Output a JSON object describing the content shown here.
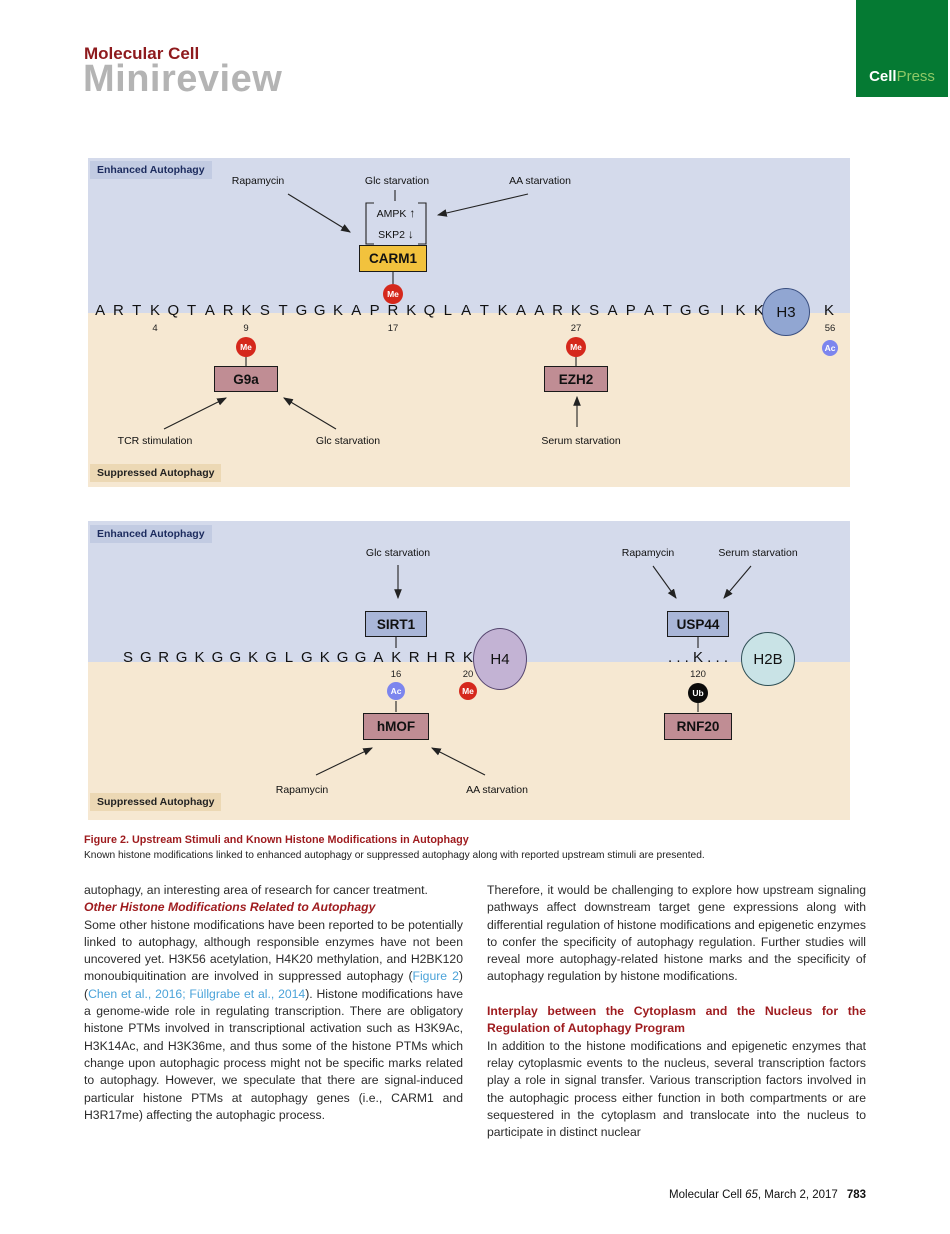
{
  "header": {
    "journal": "Molecular Cell",
    "article_type": "Minireview",
    "logo": {
      "cell": "Cell",
      "press": "Press"
    }
  },
  "colors": {
    "brand_green": "#057a33",
    "heading_red": "#9e1b1e",
    "link_blue": "#4ba3d9",
    "enhanced_blue": "#d4daeb",
    "suppressed_tan": "#f6e8d2",
    "me_red": "#d5281c",
    "ac_blue": "#7c85ee",
    "ub_black": "#0b0b0b",
    "carm1_yellow": "#f2c23d",
    "enzyme_mauve": "#c08d94",
    "enzyme_slate": "#a9b6d8"
  },
  "figure1": {
    "enhanced_label": "Enhanced Autophagy",
    "suppressed_label": "Suppressed Autophagy",
    "rapamycin": "Rapamycin",
    "glc_starvation": "Glc starvation",
    "aa_starvation": "AA starvation",
    "ampk": "AMPK",
    "ampk_arrow": "↑",
    "skp2": "SKP2",
    "skp2_arrow": "↓",
    "carm1": "CARM1",
    "sequence": "ARTKQTARKSTGGKAPRKQLATKAARKSAPATGGIKK",
    "histone": "H3",
    "residue_56": "K",
    "pos4": "4",
    "pos9": "9",
    "pos17": "17",
    "pos27": "27",
    "pos56": "56",
    "me": "Me",
    "ac": "Ac",
    "g9a": "G9a",
    "ezh2": "EZH2",
    "tcr_stimulation": "TCR stimulation",
    "glc_starvation_bottom": "Glc starvation",
    "serum_starvation": "Serum starvation"
  },
  "figure2": {
    "enhanced_label": "Enhanced Autophagy",
    "suppressed_label": "Suppressed Autophagy",
    "glc_starvation": "Glc starvation",
    "rapamycin_top": "Rapamycin",
    "serum_starvation": "Serum starvation",
    "sirt1": "SIRT1",
    "usp44": "USP44",
    "sequence": "SGRGKGGKGLGKGGAKRHRK",
    "histone_h4": "H4",
    "h2b_site": ". . . K . . .",
    "histone_h2b": "H2B",
    "pos16": "16",
    "pos20": "20",
    "pos120": "120",
    "ac": "Ac",
    "me": "Me",
    "ub": "Ub",
    "hmof": "hMOF",
    "rnf20": "RNF20",
    "rapamycin_bottom": "Rapamycin",
    "aa_starvation": "AA starvation"
  },
  "caption": {
    "title": "Figure 2.  Upstream Stimuli and Known Histone Modifications in Autophagy",
    "body": "Known histone modifications linked to enhanced autophagy or suppressed autophagy along with reported upstream stimuli are presented."
  },
  "article": {
    "left": {
      "p1": "autophagy, an interesting area of research for cancer treatment.",
      "h1": "Other Histone Modifications Related to Autophagy",
      "p2a": "Some other histone modifications have been reported to be potentially linked to autophagy, although responsible enzymes have not been uncovered yet. H3K56 acetylation, H4K20 methylation, and H2BK120 monoubiquitination are involved in suppressed autophagy (",
      "link_fig": "Figure 2",
      "p2b": ") (",
      "link_cite": "Chen et al., 2016; Füllgrabe et al., 2014",
      "p2c": "). Histone modifications have a genome-wide role in regulating transcription. There are obligatory histone PTMs involved in transcriptional activation such as H3K9Ac, H3K14Ac, and H3K36me, and thus some of the histone PTMs which change upon autophagic process might not be specific marks related to autophagy. However, we speculate that there are signal-induced particular histone PTMs at autophagy genes (i.e., CARM1 and H3R17me) affecting the autophagic process."
    },
    "right": {
      "p1": "Therefore, it would be challenging to explore how upstream signaling pathways affect downstream target gene expressions along with differential regulation of histone modifications and epigenetic enzymes to confer the specificity of autophagy regulation. Further studies will reveal more autophagy-related histone marks and the specificity of autophagy regulation by histone modifications.",
      "h1": "Interplay between the Cytoplasm and the Nucleus for the Regulation of Autophagy Program",
      "p2": "In addition to the histone modifications and epigenetic enzymes that relay cytoplasmic events to the nucleus, several transcription factors play a role in signal transfer. Various transcription factors involved in the autophagic process either function in both compartments or are sequestered in the cytoplasm and translocate into the nucleus to participate in distinct nuclear"
    }
  },
  "footer": {
    "journal": "Molecular Cell ",
    "volume": "65",
    "rest": ", March 2, 2017",
    "page": "783"
  }
}
